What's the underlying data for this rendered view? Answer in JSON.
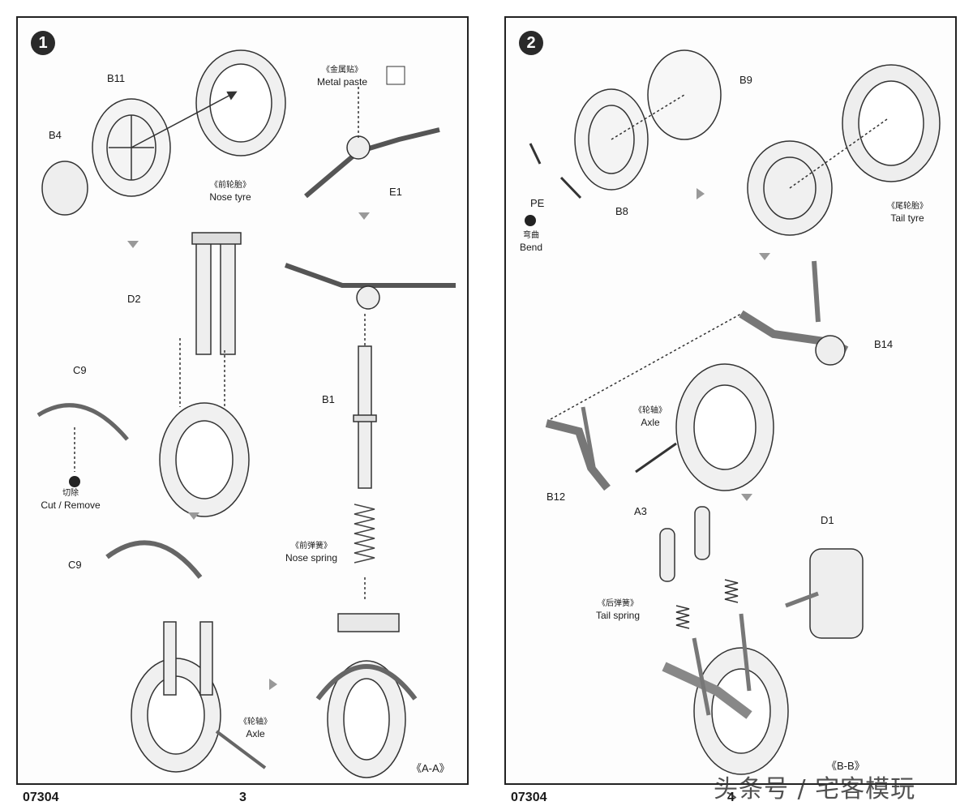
{
  "pages": [
    {
      "step": "1",
      "labels": {
        "b11": "B11",
        "b4": "B4",
        "nose_tyre_zh": "《前轮胎》",
        "nose_tyre_en": "Nose tyre",
        "metal_paste_zh": "《金属贴》",
        "metal_paste_en": "Metal paste",
        "e1": "E1",
        "d2": "D2",
        "c9_top": "C9",
        "cut_zh": "切除",
        "cut_en": "Cut / Remove",
        "b1": "B1",
        "nose_spring_zh": "《前弹簧》",
        "nose_spring_en": "Nose spring",
        "c9_bottom": "C9",
        "axle_zh": "《轮轴》",
        "axle_en": "Axle",
        "section": "《A-A》"
      },
      "footer_code": "07304",
      "page_number": "3"
    },
    {
      "step": "2",
      "labels": {
        "b9": "B9",
        "pe": "PE",
        "bend_zh": "弯曲",
        "bend_en": "Bend",
        "b8": "B8",
        "tail_tyre_zh": "《尾轮胎》",
        "tail_tyre_en": "Tail tyre",
        "b14": "B14",
        "axle_zh": "《轮轴》",
        "axle_en": "Axle",
        "b12": "B12",
        "a3": "A3",
        "d1": "D1",
        "tail_spring_zh": "《后弹簧》",
        "tail_spring_en": "Tail spring",
        "section": "《B-B》"
      },
      "footer_code": "07304",
      "page_number": "4"
    }
  ],
  "watermark": "头条号 / 宅客模玩"
}
